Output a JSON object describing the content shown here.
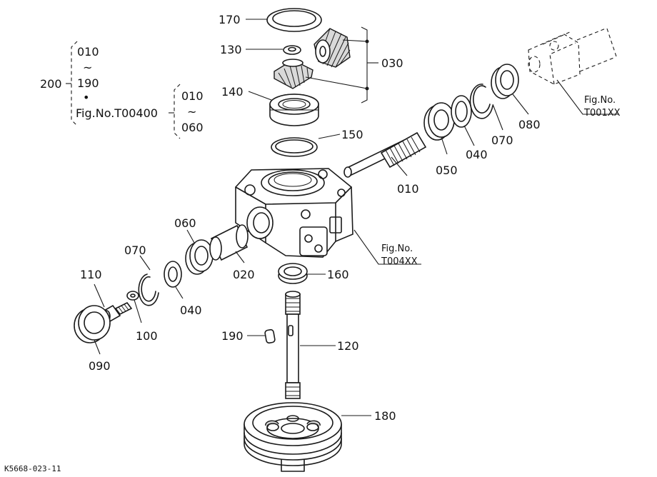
{
  "labels": {
    "p170": "170",
    "p130": "130",
    "p030": "030",
    "p140": "140",
    "p150": "150",
    "p010": "010",
    "p050": "050",
    "p040a": "040",
    "p070a": "070",
    "p080": "080",
    "p060": "060",
    "p070b": "070",
    "p110": "110",
    "p040b": "040",
    "p020": "020",
    "p160": "160",
    "p100": "100",
    "p090": "090",
    "p190": "190",
    "p120": "120",
    "p180": "180"
  },
  "group": {
    "num": "200",
    "range_start": "010",
    "tilde1": "~",
    "range_end": "190",
    "bullet": "•",
    "fig_ref": "Fig.No.T00400",
    "sub_start": "010",
    "tilde2": "~",
    "sub_end": "060"
  },
  "refs": {
    "fig1_line1": "Fig.No.",
    "fig1_line2": "T001XX",
    "fig2_line1": "Fig.No.",
    "fig2_line2": "T004XX"
  },
  "code": "K5668-023-11"
}
